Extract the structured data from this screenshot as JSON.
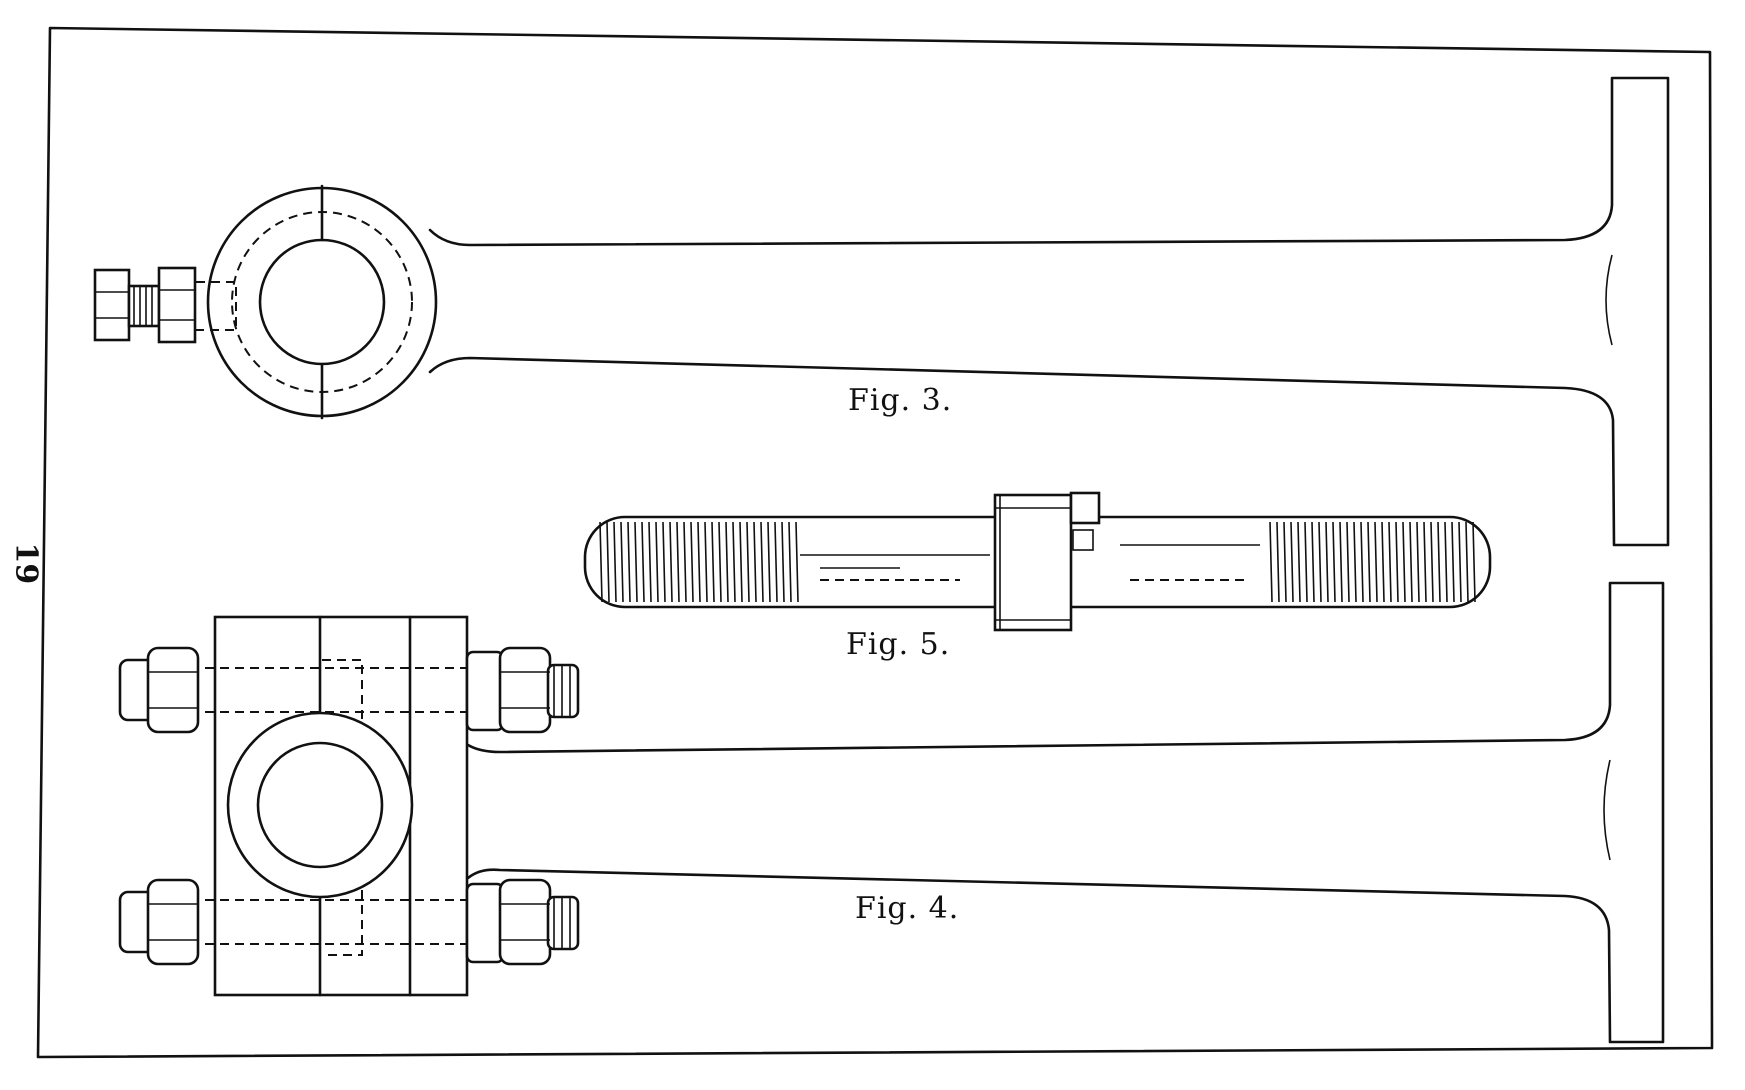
{
  "page": {
    "number": "19"
  },
  "figures": [
    {
      "id": "fig3",
      "caption": "Fig. 3."
    },
    {
      "id": "fig4",
      "caption": "Fig. 4."
    },
    {
      "id": "fig5",
      "caption": "Fig. 5."
    }
  ]
}
